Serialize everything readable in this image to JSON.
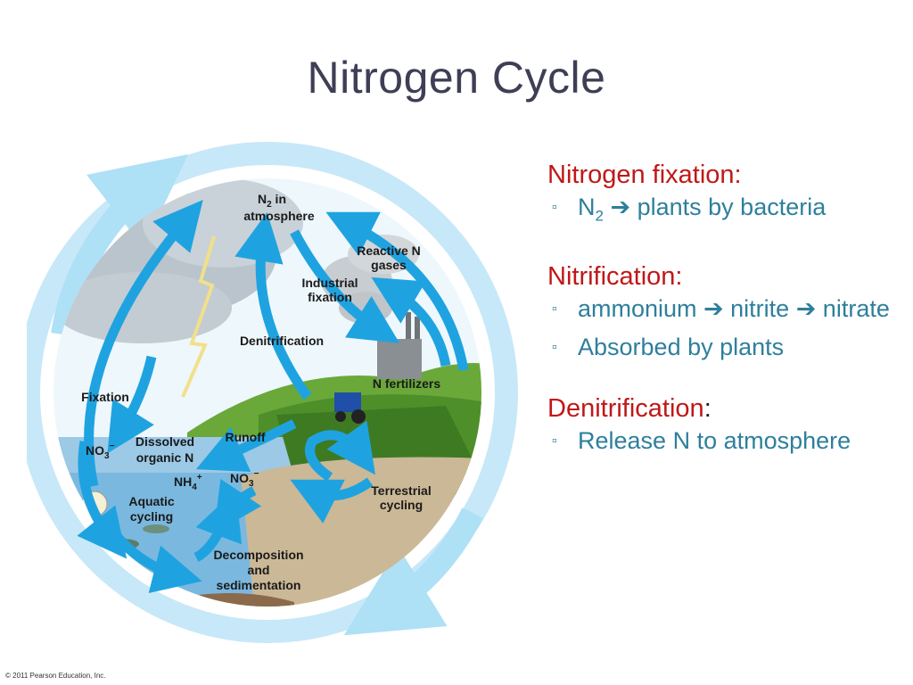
{
  "title": "Nitrogen Cycle",
  "diagram": {
    "labels": {
      "n2_line1": "N",
      "n2_sub": "2",
      "n2_line1_tail": " in",
      "n2_line2": "atmosphere",
      "reactive_1": "Reactive N",
      "reactive_2": "gases",
      "industrial_1": "Industrial",
      "industrial_2": "fixation",
      "denitrification": "Denitrification",
      "fixation": "Fixation",
      "n_fertilizers": "N fertilizers",
      "runoff": "Runoff",
      "no3_water": "NO",
      "no3_water_sub": "3",
      "no3_water_sup": "−",
      "dissolved_1": "Dissolved",
      "dissolved_2": "organic N",
      "nh4": "NH",
      "nh4_sub": "4",
      "nh4_sup": "+",
      "no3_land": "NO",
      "no3_land_sub": "3",
      "no3_land_sup": "−",
      "aquatic_1": "Aquatic",
      "aquatic_2": "cycling",
      "terrestrial_1": "Terrestrial",
      "terrestrial_2": "cycling",
      "decomp_1": "Decomposition",
      "decomp_2": "and",
      "decomp_3": "sedimentation"
    },
    "colors": {
      "arrow": "#1fa3e0",
      "outer_ring": "#bfe4f6",
      "water": "#6fb2dc",
      "grass": "#6aa83a",
      "soil": "#c9b48c",
      "sky": "#eaf5fb"
    }
  },
  "notes": {
    "fixation_heading": "Nitrogen fixation:",
    "fixation_b1_pre": "N",
    "fixation_b1_sub": "2",
    "fixation_b1_arrow": "➔",
    "fixation_b1_post": " plants by bacteria",
    "nitrification_heading": "Nitrification:",
    "nitrification_b1": "ammonium ➔ nitrite ➔ nitrate",
    "nitrification_b2": "Absorbed by plants",
    "denitrification_heading": "Denitrification",
    "denitrification_colon": ":",
    "denitrification_b1": "Release N to atmosphere",
    "bullet_mark": "▫"
  },
  "copyright": "© 2011 Pearson Education, Inc."
}
